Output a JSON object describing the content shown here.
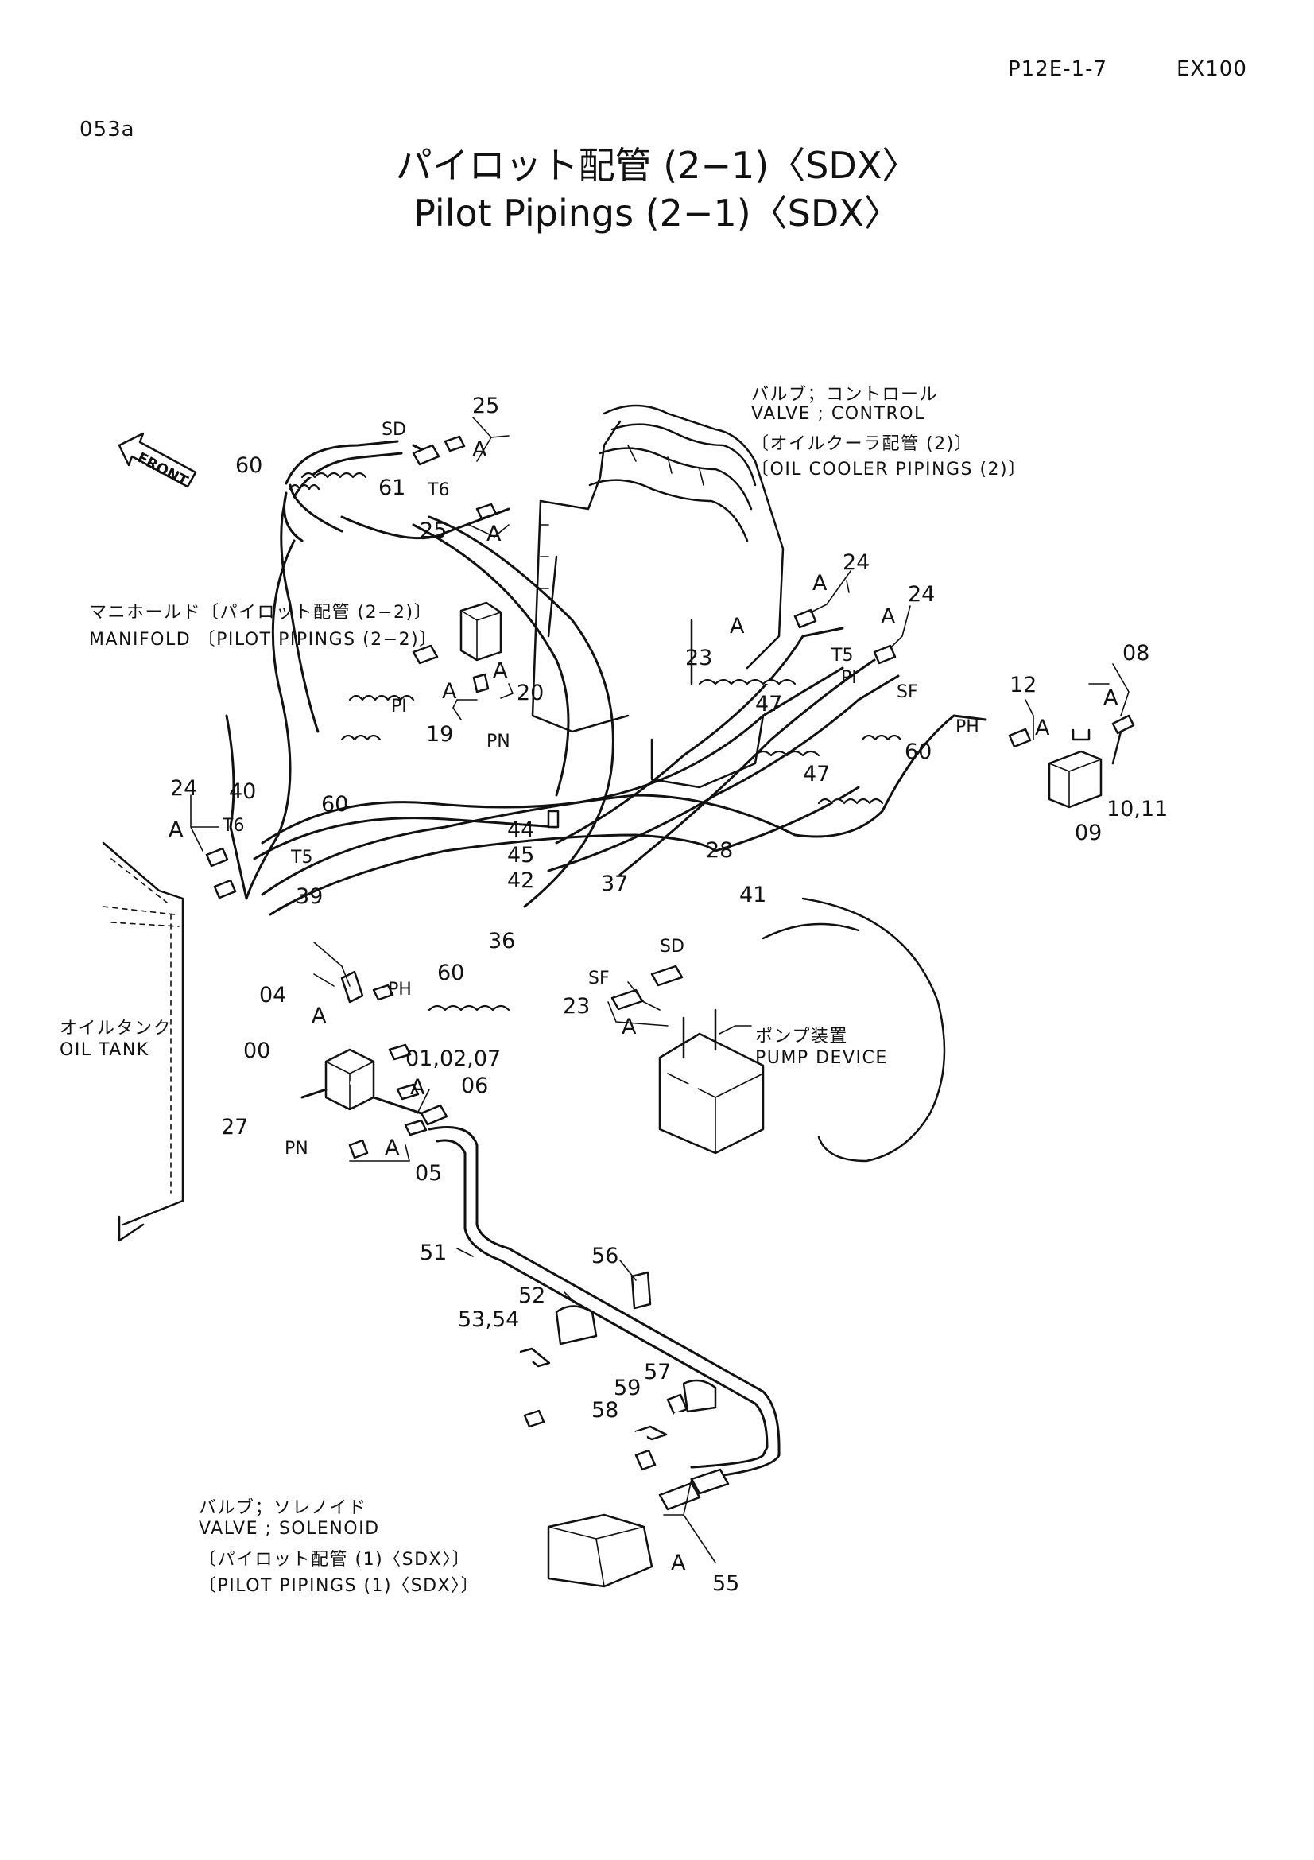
{
  "header": {
    "page_code": "P12E-1-7",
    "model": "EX100",
    "figure_no": "053a"
  },
  "title": {
    "jp": "パイロット配管 (2−1)〈SDX〉",
    "en": "Pilot Pipings (2−1)〈SDX〉"
  },
  "front_arrow": "FRONT",
  "blocks": {
    "control_valve": {
      "jp": "バルブ；コントロール",
      "en": "VALVE ; CONTROL",
      "jp_ref": "〔オイルクーラ配管 (2)〕",
      "en_ref": "〔OIL COOLER PIPINGS (2)〕"
    },
    "manifold": {
      "jp": "マニホールド〔パイロット配管 (2−2)〕",
      "en": "MANIFOLD 〔PILOT PIPINGS (2−2)〕"
    },
    "oil_tank": {
      "jp": "オイルタンク",
      "en": "OIL TANK"
    },
    "pump": {
      "jp": "ポンプ装置",
      "en": "PUMP DEVICE"
    },
    "solenoid": {
      "jp": "バルブ；ソレノイド",
      "en": "VALVE ; SOLENOID",
      "jp_ref": "〔パイロット配管 (1)〈SDX〉〕",
      "en_ref": "〔PILOT PIPINGS (1)〈SDX〉〕"
    }
  },
  "callouts": {
    "c25a": "25",
    "c25b": "25",
    "c60a": "60",
    "c61": "61",
    "sd1": "SD",
    "t6a": "T6",
    "c24a": "24",
    "c24b": "24",
    "c24c": "24",
    "c08": "08",
    "c23a": "23",
    "t5a": "T5",
    "pi1": "PI",
    "sf1": "SF",
    "c47a": "47",
    "c47b": "47",
    "c60b": "60",
    "c12": "12",
    "ph1": "PH",
    "c1011": "10,11",
    "c09": "09",
    "pi2": "PI",
    "c19": "19",
    "c20": "20",
    "pn1": "PN",
    "c60c": "60",
    "c40": "40",
    "t6b": "T6",
    "t5b": "T5",
    "c39": "39",
    "c44": "44",
    "c45": "45",
    "c42": "42",
    "c28": "28",
    "c41": "41",
    "c37": "37",
    "c36": "36",
    "sd2": "SD",
    "sf2": "SF",
    "c23b": "23",
    "c60d": "60",
    "c04": "04",
    "ph2": "PH",
    "c00": "00",
    "c010207": "01,02,07",
    "c06": "06",
    "c27": "27",
    "pn2": "PN",
    "c05": "05",
    "c51": "51",
    "c56": "56",
    "c52": "52",
    "c5354": "53,54",
    "c57": "57",
    "c59": "59",
    "c58": "58",
    "c55": "55"
  },
  "letter_a": "A"
}
